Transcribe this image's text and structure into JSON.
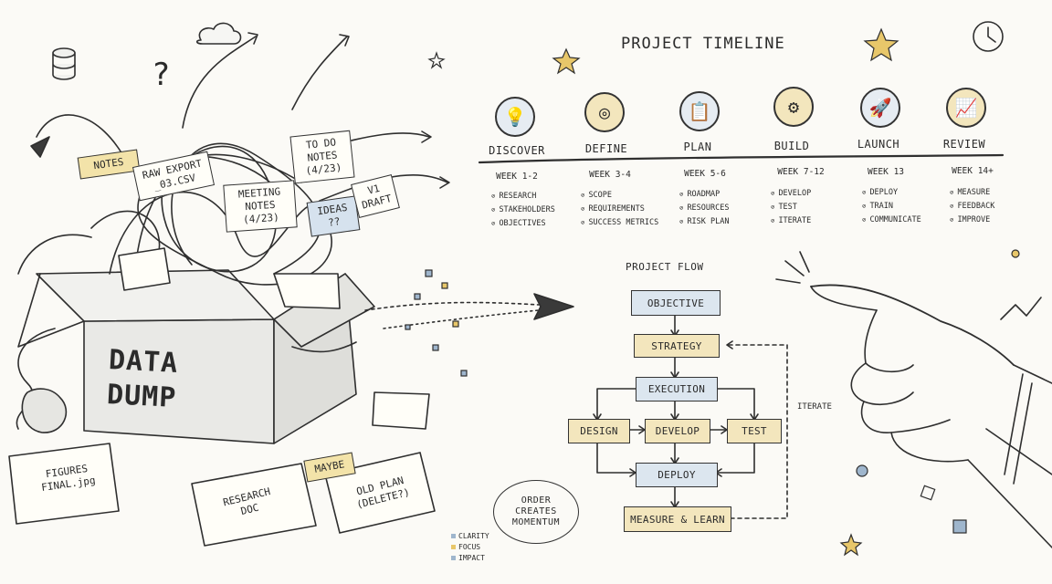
{
  "timeline": {
    "title": "PROJECT TIMELINE",
    "phases": [
      {
        "label": "DISCOVER",
        "week": "WEEK 1-2",
        "icon": "lightbulb-icon",
        "tasks": [
          "RESEARCH",
          "STAKEHOLDERS",
          "OBJECTIVES"
        ]
      },
      {
        "label": "DEFINE",
        "week": "WEEK 3-4",
        "icon": "target-icon",
        "tasks": [
          "SCOPE",
          "REQUIREMENTS",
          "SUCCESS METRICS"
        ]
      },
      {
        "label": "PLAN",
        "week": "WEEK 5-6",
        "icon": "clipboard-icon",
        "tasks": [
          "ROADMAP",
          "RESOURCES",
          "RISK PLAN"
        ]
      },
      {
        "label": "BUILD",
        "week": "WEEK 7-12",
        "icon": "gear-icon",
        "tasks": [
          "DEVELOP",
          "TEST",
          "ITERATE"
        ]
      },
      {
        "label": "LAUNCH",
        "week": "WEEK 13",
        "icon": "rocket-icon",
        "tasks": [
          "DEPLOY",
          "TRAIN",
          "COMMUNICATE"
        ]
      },
      {
        "label": "REVIEW",
        "week": "WEEK 14+",
        "icon": "growth-chart-icon",
        "tasks": [
          "MEASURE",
          "FEEDBACK",
          "IMPROVE"
        ]
      }
    ]
  },
  "flow": {
    "title": "PROJECT FLOW",
    "objective": "OBJECTIVE",
    "strategy": "STRATEGY",
    "execution": "EXECUTION",
    "design": "DESIGN",
    "develop": "DEVELOP",
    "test": "TEST",
    "deploy": "DEPLOY",
    "measure": "MEASURE & LEARN",
    "iterate": "ITERATE"
  },
  "dump": {
    "box_line1": "DATA",
    "box_line2": "DUMP",
    "notes": "NOTES",
    "raw_export": "RAW EXPORT _03.CSV",
    "meeting": "MEETING NOTES (4/23)",
    "todo": "TO DO NOTES (4/23)",
    "ideas": "IDEAS ??",
    "draft": "V1 DRAFT",
    "figures": "FIGURES FINAL.jpg",
    "research": "RESEARCH DOC",
    "maybe": "MAYBE",
    "old_plan": "OLD PLAN (DELETE?)"
  },
  "badge": {
    "line1": "ORDER",
    "line2": "CREATES",
    "line3": "MOMENTUM"
  },
  "legend": {
    "clarity": "CLARITY",
    "focus": "FOCUS",
    "impact": "IMPACT"
  },
  "colors": {
    "blue_box": "#dce6ef",
    "yellow_box": "#f3e6bd",
    "ink": "#2a2a2a"
  }
}
